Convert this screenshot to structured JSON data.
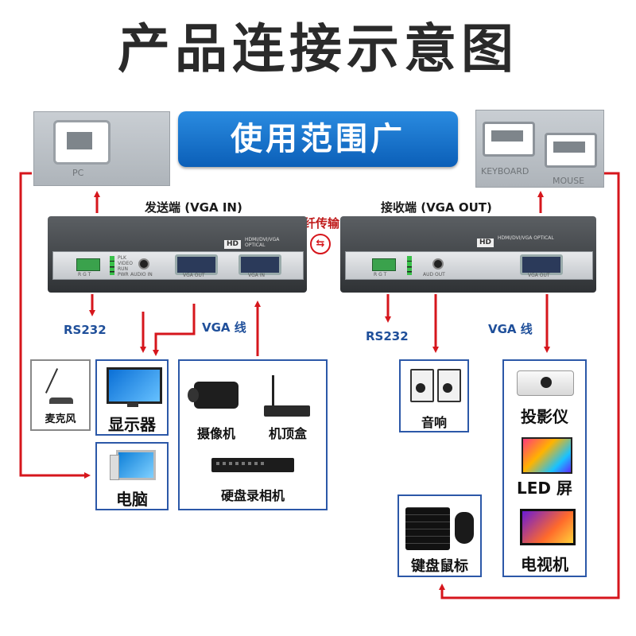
{
  "title": "产品连接示意图",
  "banner": "使用范围广",
  "top_left_port": "PC",
  "top_right_ports": [
    "KEYBOARD",
    "MOUSE"
  ],
  "transmitter": {
    "label": "发送端 (VGA IN)",
    "front_ports": [
      "R  G  T",
      "AUDIO IN",
      "VGA OUT",
      "VGA  IN"
    ],
    "leds": [
      "PLK",
      "VIDEO",
      "RUN",
      "PWR"
    ],
    "badge": "HD",
    "product": "HDMI/DVI/VGA OPTICAL"
  },
  "receiver": {
    "label": "接收端 (VGA OUT)",
    "front_ports": [
      "R  G  T",
      "AUD OUT",
      "VGA OUT"
    ],
    "badge": "HD",
    "product": "HDMI/DVI/VGA OPTICAL"
  },
  "fiber_label": "光纤传输",
  "left_rs232": "RS232",
  "right_rs232": "RS232",
  "left_vga_line": "VGA 线",
  "right_vga_line": "VGA 线",
  "devices": {
    "mic": "麦克风",
    "monitor": "显示器",
    "pc": "电脑",
    "camera": "摄像机",
    "stb": "机顶盒",
    "dvr": "硬盘录相机",
    "speaker": "音响",
    "keyboard_mouse": "键盘鼠标",
    "projector": "投影仪",
    "led": "LED 屏",
    "tv": "电视机"
  },
  "colors": {
    "arrow": "#d6161c",
    "box_border": "#2c58a8",
    "banner": "#1a73c9"
  }
}
